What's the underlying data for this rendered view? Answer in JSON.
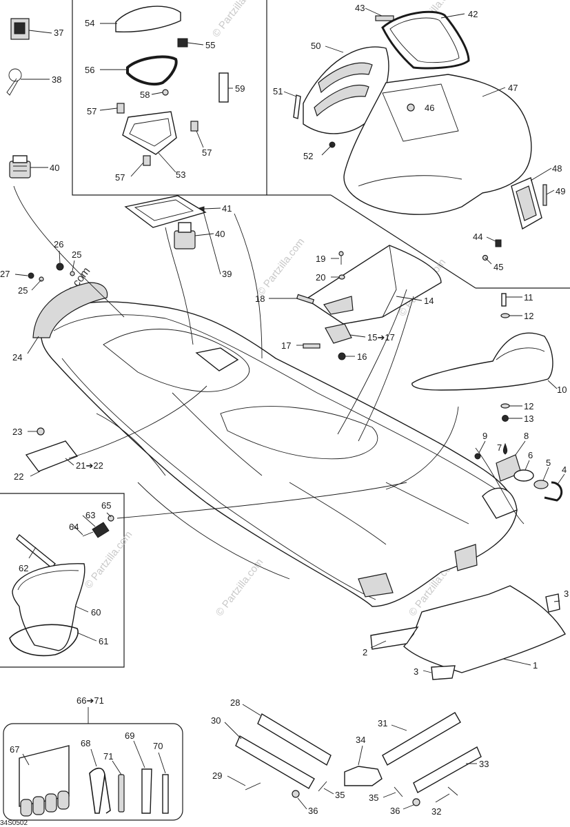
{
  "watermark": "© Partzilla.com",
  "drawing_code": "34S0502",
  "labels": {
    "l1": "1",
    "l2": "2",
    "l3a": "3",
    "l3b": "3",
    "l4": "4",
    "l5": "5",
    "l6": "6",
    "l7": "7",
    "l8": "8",
    "l9": "9",
    "l10": "10",
    "l11": "11",
    "l12a": "12",
    "l12b": "12",
    "l13": "13",
    "l14": "14",
    "l15": "15➔17",
    "l16": "16",
    "l17": "17",
    "l18": "18",
    "l19": "19",
    "l20": "20",
    "l21": "21➔22",
    "l22": "22",
    "l23": "23",
    "l24": "24",
    "l25a": "25",
    "l25b": "25",
    "l26": "26",
    "l27": "27",
    "l28": "28",
    "l29": "29",
    "l30": "30",
    "l31": "31",
    "l32": "32",
    "l33": "33",
    "l34": "34",
    "l35a": "35",
    "l35b": "35",
    "l36a": "36",
    "l36b": "36",
    "l37": "37",
    "l38": "38",
    "l40a": "40",
    "l40b": "40",
    "l41": "41",
    "l39": "39",
    "l42": "42",
    "l43": "43",
    "l44": "44",
    "l45": "45",
    "l46": "46",
    "l47": "47",
    "l48": "48",
    "l49": "49",
    "l50": "50",
    "l51": "51",
    "l52": "52",
    "l53": "53",
    "l54": "54",
    "l55": "55",
    "l56": "56",
    "l57a": "57",
    "l57b": "57",
    "l57c": "57",
    "l58": "58",
    "l59": "59",
    "l60": "60",
    "l61": "61",
    "l62": "62",
    "l63": "63",
    "l64": "64",
    "l65": "65",
    "l66": "66➔71",
    "l67": "67",
    "l68": "68",
    "l69": "69",
    "l70": "70",
    "l71": "71"
  }
}
